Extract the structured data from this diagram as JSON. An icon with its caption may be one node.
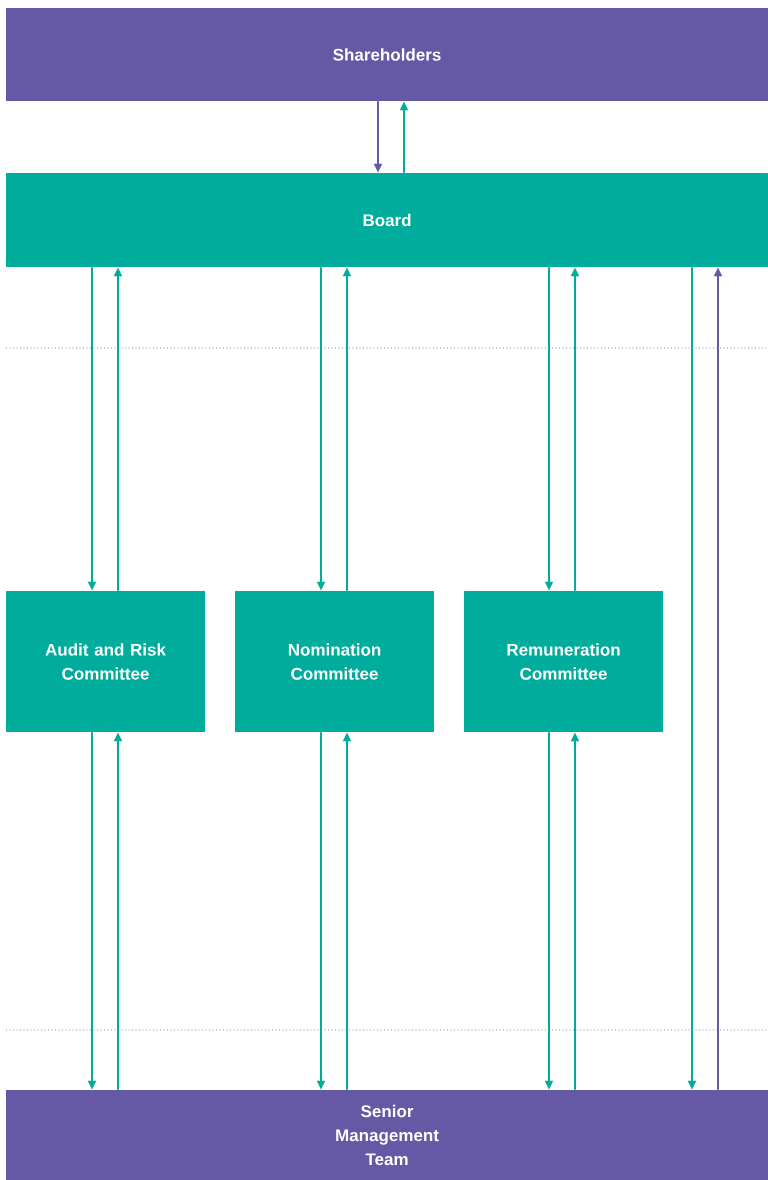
{
  "diagram": {
    "nodes": [
      {
        "text": [
          "Shareholders"
        ]
      },
      {
        "text": [
          "Board"
        ]
      },
      {
        "text": [
          "Audit and Risk Committee"
        ]
      },
      {
        "text": [
          "Nomination Committee"
        ]
      },
      {
        "text": [
          "Remuneration Committee"
        ]
      },
      {
        "text": [
          "Senior Management Team"
        ]
      }
    ],
    "edges": [
      {
        "from": 0,
        "to": 1,
        "arrow": "to",
        "color": "#6559a6"
      },
      {
        "from": 1,
        "to": 0,
        "arrow": "to"
      },
      {
        "from": 1,
        "to": 2,
        "arrow": "to"
      },
      {
        "from": 2,
        "to": 1,
        "arrow": "to"
      },
      {
        "from": 1,
        "to": 3,
        "arrow": "to"
      },
      {
        "from": 3,
        "to": 1,
        "arrow": "to"
      },
      {
        "from": 1,
        "to": 4,
        "arrow": "to"
      },
      {
        "from": 4,
        "to": 1,
        "arrow": "to"
      },
      {
        "from": 1,
        "to": 5,
        "arrow": "to"
      },
      {
        "from": 5,
        "to": 1,
        "arrow": "to",
        "color": "#6559a6"
      },
      {
        "from": 2,
        "to": 5,
        "arrow": "to"
      },
      {
        "from": 5,
        "to": 2,
        "arrow": "to"
      },
      {
        "from": 3,
        "to": 5,
        "arrow": "to"
      },
      {
        "from": 5,
        "to": 3,
        "arrow": "to"
      },
      {
        "from": 4,
        "to": 5,
        "arrow": "to"
      },
      {
        "from": 5,
        "to": 4,
        "arrow": "to"
      }
    ]
  }
}
